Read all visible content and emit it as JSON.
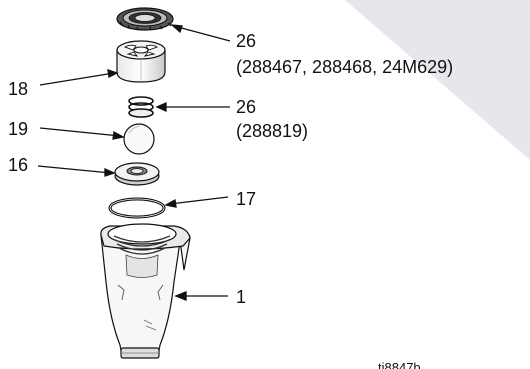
{
  "callouts": {
    "part_26_top": "26",
    "part_26_top_refs": "(288467, 288468, 24M629)",
    "part_18": "18",
    "part_26_spring": "26",
    "part_26_spring_refs": "(288819)",
    "part_19": "19",
    "part_16": "16",
    "part_17": "17",
    "part_1": "1"
  },
  "figure_id": "ti8847b"
}
